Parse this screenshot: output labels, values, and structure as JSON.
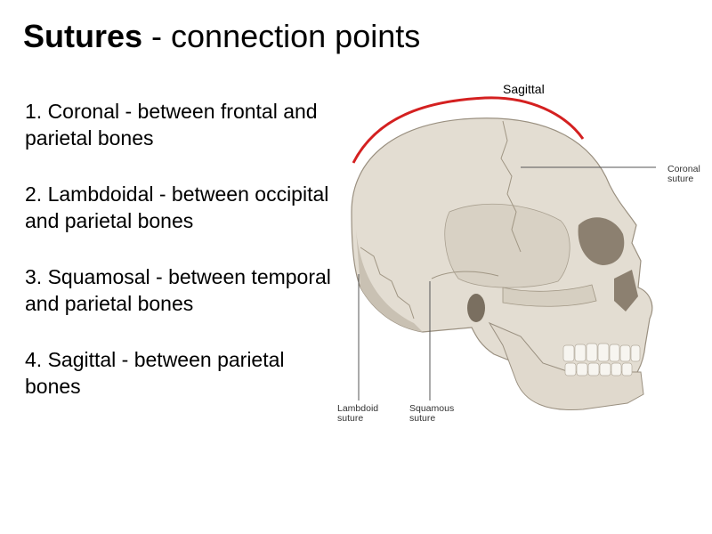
{
  "title": {
    "bold": "Sutures",
    "rest": "  - connection points"
  },
  "points": [
    "1. Coronal - between frontal and parietal bones",
    "2. Lambdoidal - between occipital and parietal bones",
    "3. Squamosal - between temporal and parietal bones",
    "4. Sagittal - between parietal bones"
  ],
  "labels": {
    "sagittal": "Sagittal",
    "coronal": "Coronal\nsuture",
    "lambdoid": "Lambdoid\nsuture",
    "squamous": "Squamous\nsuture"
  },
  "colors": {
    "bone": "#e3ddd2",
    "bone_shadow": "#c9c1b3",
    "sagittal_line": "#d42020",
    "leader": "#555555"
  }
}
